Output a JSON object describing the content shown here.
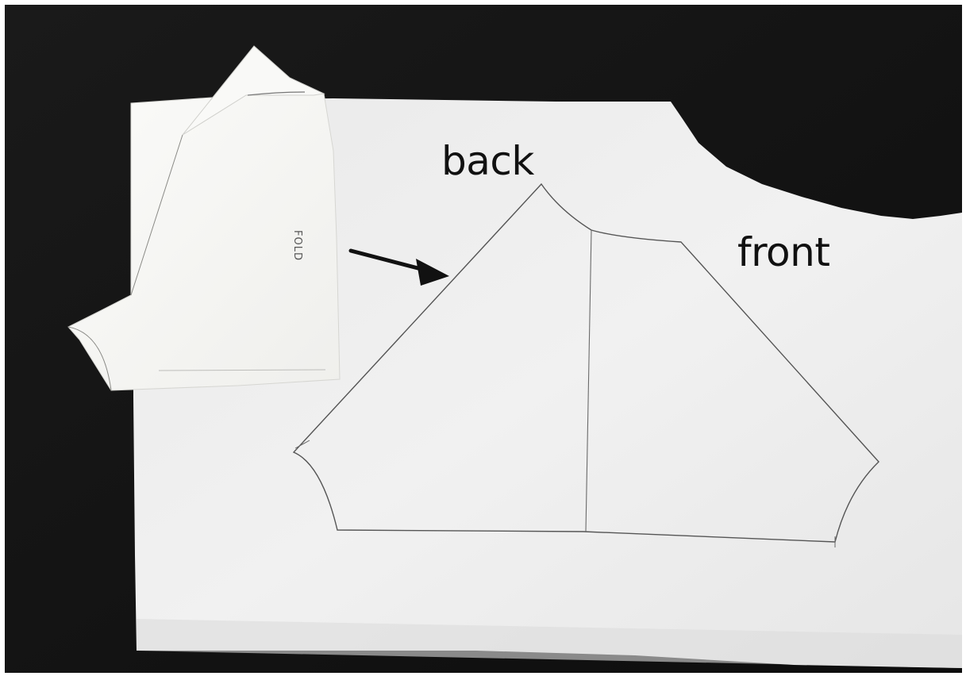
{
  "scene": {
    "label_back": "back",
    "label_front": "front",
    "fold_label": "FOLD",
    "colors": {
      "table": "#141414",
      "paper": "#eeeeee",
      "folded_paper": "#f7f7f4",
      "pencil_line": "#5a5a5a",
      "arrow": "#111111",
      "text": "#111111"
    }
  }
}
